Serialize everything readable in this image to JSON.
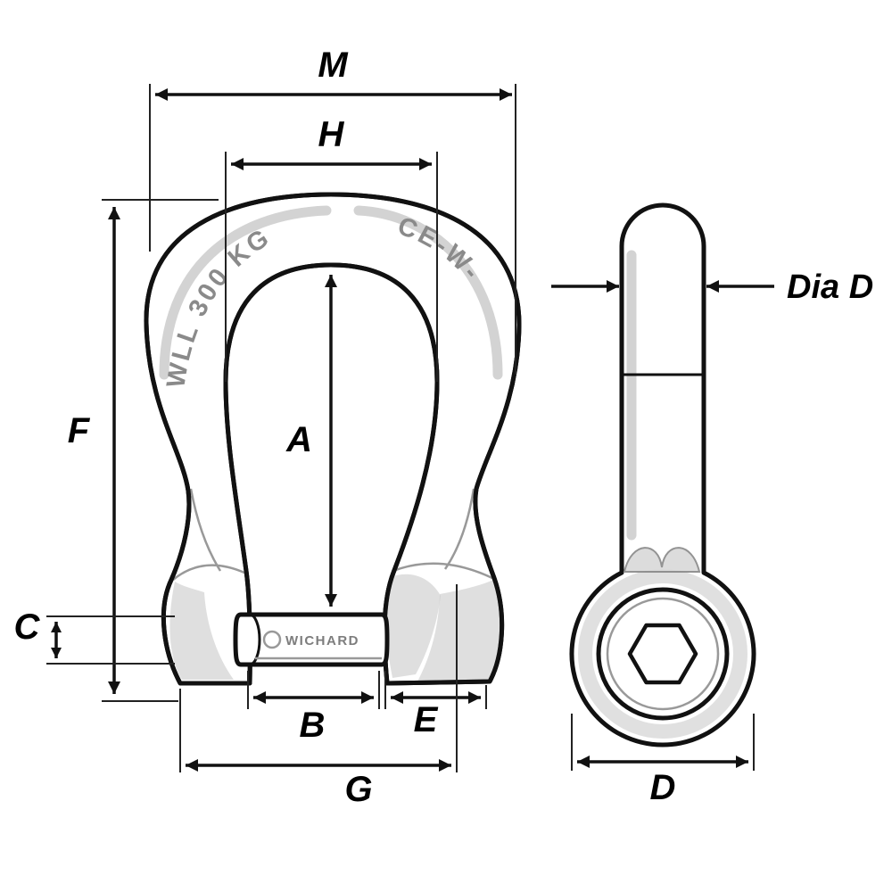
{
  "dimension_labels": {
    "m": "M",
    "h": "H",
    "a": "A",
    "f": "F",
    "c": "C",
    "b": "B",
    "e": "E",
    "g": "G",
    "d": "D",
    "dia_d": "Dia D"
  },
  "engravings": {
    "wll": "WLL 300 KG",
    "ce": "CE-W-",
    "pin_brand": "WICHARD"
  },
  "colors": {
    "outline": "#111111",
    "dimension_lines": "#111111",
    "shading": "#c9c9c9",
    "engraving": "#8a8a8a",
    "background": "#ffffff"
  }
}
